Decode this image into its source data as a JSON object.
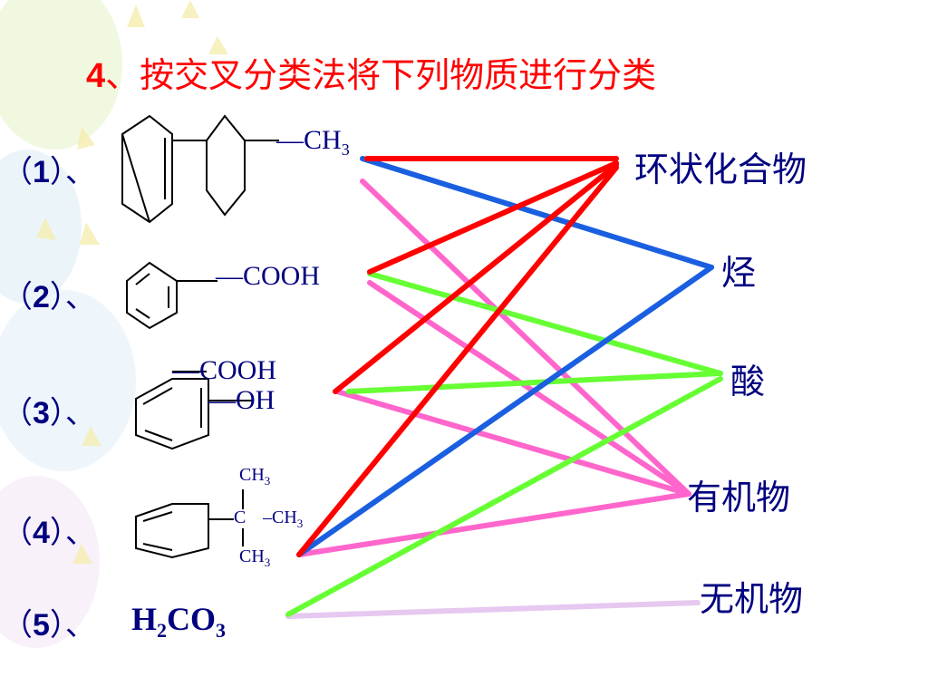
{
  "title": {
    "number": "4",
    "text": "、按交叉分类法将下列物质进行分类"
  },
  "items": [
    {
      "label_pre": "（",
      "num": "1",
      "label_post": "）、",
      "groups": [
        "—CH",
        "3"
      ]
    },
    {
      "label_pre": "（",
      "num": "2",
      "label_post": "）、",
      "groups": [
        "—COOH"
      ]
    },
    {
      "label_pre": "（",
      "num": "3",
      "label_post": "）、",
      "groups": [
        "—COOH",
        "—OH"
      ]
    },
    {
      "label_pre": "（",
      "num": "4",
      "label_post": "）、",
      "groups": [
        "CH",
        "3",
        "C",
        "–CH",
        "3",
        "CH",
        "3"
      ]
    },
    {
      "label_pre": "（",
      "num": "5",
      "label_post": "）、",
      "formula_parts": [
        "H",
        "2",
        "CO",
        "3"
      ]
    }
  ],
  "categories": [
    "环状化合物",
    "烃",
    "酸",
    "有机物",
    "无机物"
  ],
  "colors": {
    "red": "#ff0000",
    "blue": "#1a5fe0",
    "green": "#66ff33",
    "pink": "#ff66cc",
    "lilac": "#e6c8f0",
    "text": "#000080"
  }
}
